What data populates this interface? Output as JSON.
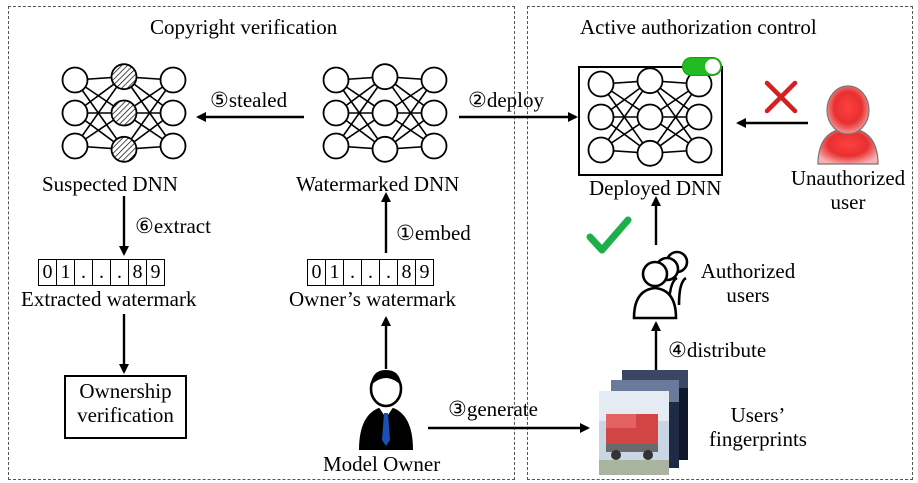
{
  "panels": {
    "left_title": "Copyright verification",
    "right_title": "Active authorization control"
  },
  "nodes": {
    "suspected_dnn": "Suspected DNN",
    "watermarked_dnn": "Watermarked DNN",
    "deployed_dnn": "Deployed DNN",
    "extracted_watermark": "Extracted watermark",
    "owners_watermark": "Owner’s watermark",
    "ownership_verification": [
      "Ownership",
      "verification"
    ],
    "model_owner": "Model Owner",
    "unauthorized_user": [
      "Unauthorized",
      "user"
    ],
    "authorized_users": [
      "Authorized",
      "users"
    ],
    "users_fingerprints": [
      "Users’",
      "fingerprints"
    ]
  },
  "watermark_cells": [
    "0",
    "1",
    ".",
    ".",
    ".",
    "8",
    "9"
  ],
  "steps": {
    "embed": "①embed",
    "deploy": "②deploy",
    "generate": "③generate",
    "distribute": "④distribute",
    "stealed": "⑤stealed",
    "extract": "⑥extract"
  },
  "colors": {
    "deny_mark": "#d42020",
    "allow_mark": "#1daf4a",
    "toggle": "#22bb22",
    "unauthorized_user": "#e02828"
  },
  "icons": {
    "deny": "cross-icon",
    "allow": "check-icon",
    "toggle": "toggle-on-icon"
  }
}
